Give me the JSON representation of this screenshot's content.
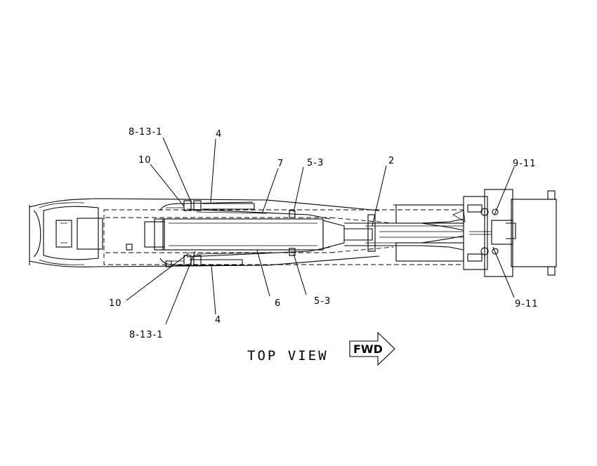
{
  "callouts": {
    "c_8_13_1_top": "8-13-1",
    "c_4_top": "4",
    "c_10_top": "10",
    "c_7": "7",
    "c_5_3_top": "5-3",
    "c_2": "2",
    "c_9_11_top": "9-11",
    "c_10_bottom": "10",
    "c_6": "6",
    "c_5_3_bottom": "5-3",
    "c_4_bottom": "4",
    "c_8_13_1_bottom": "8-13-1",
    "c_9_11_bottom": "9-11"
  },
  "caption": "TOP VIEW",
  "direction_label": "FWD"
}
